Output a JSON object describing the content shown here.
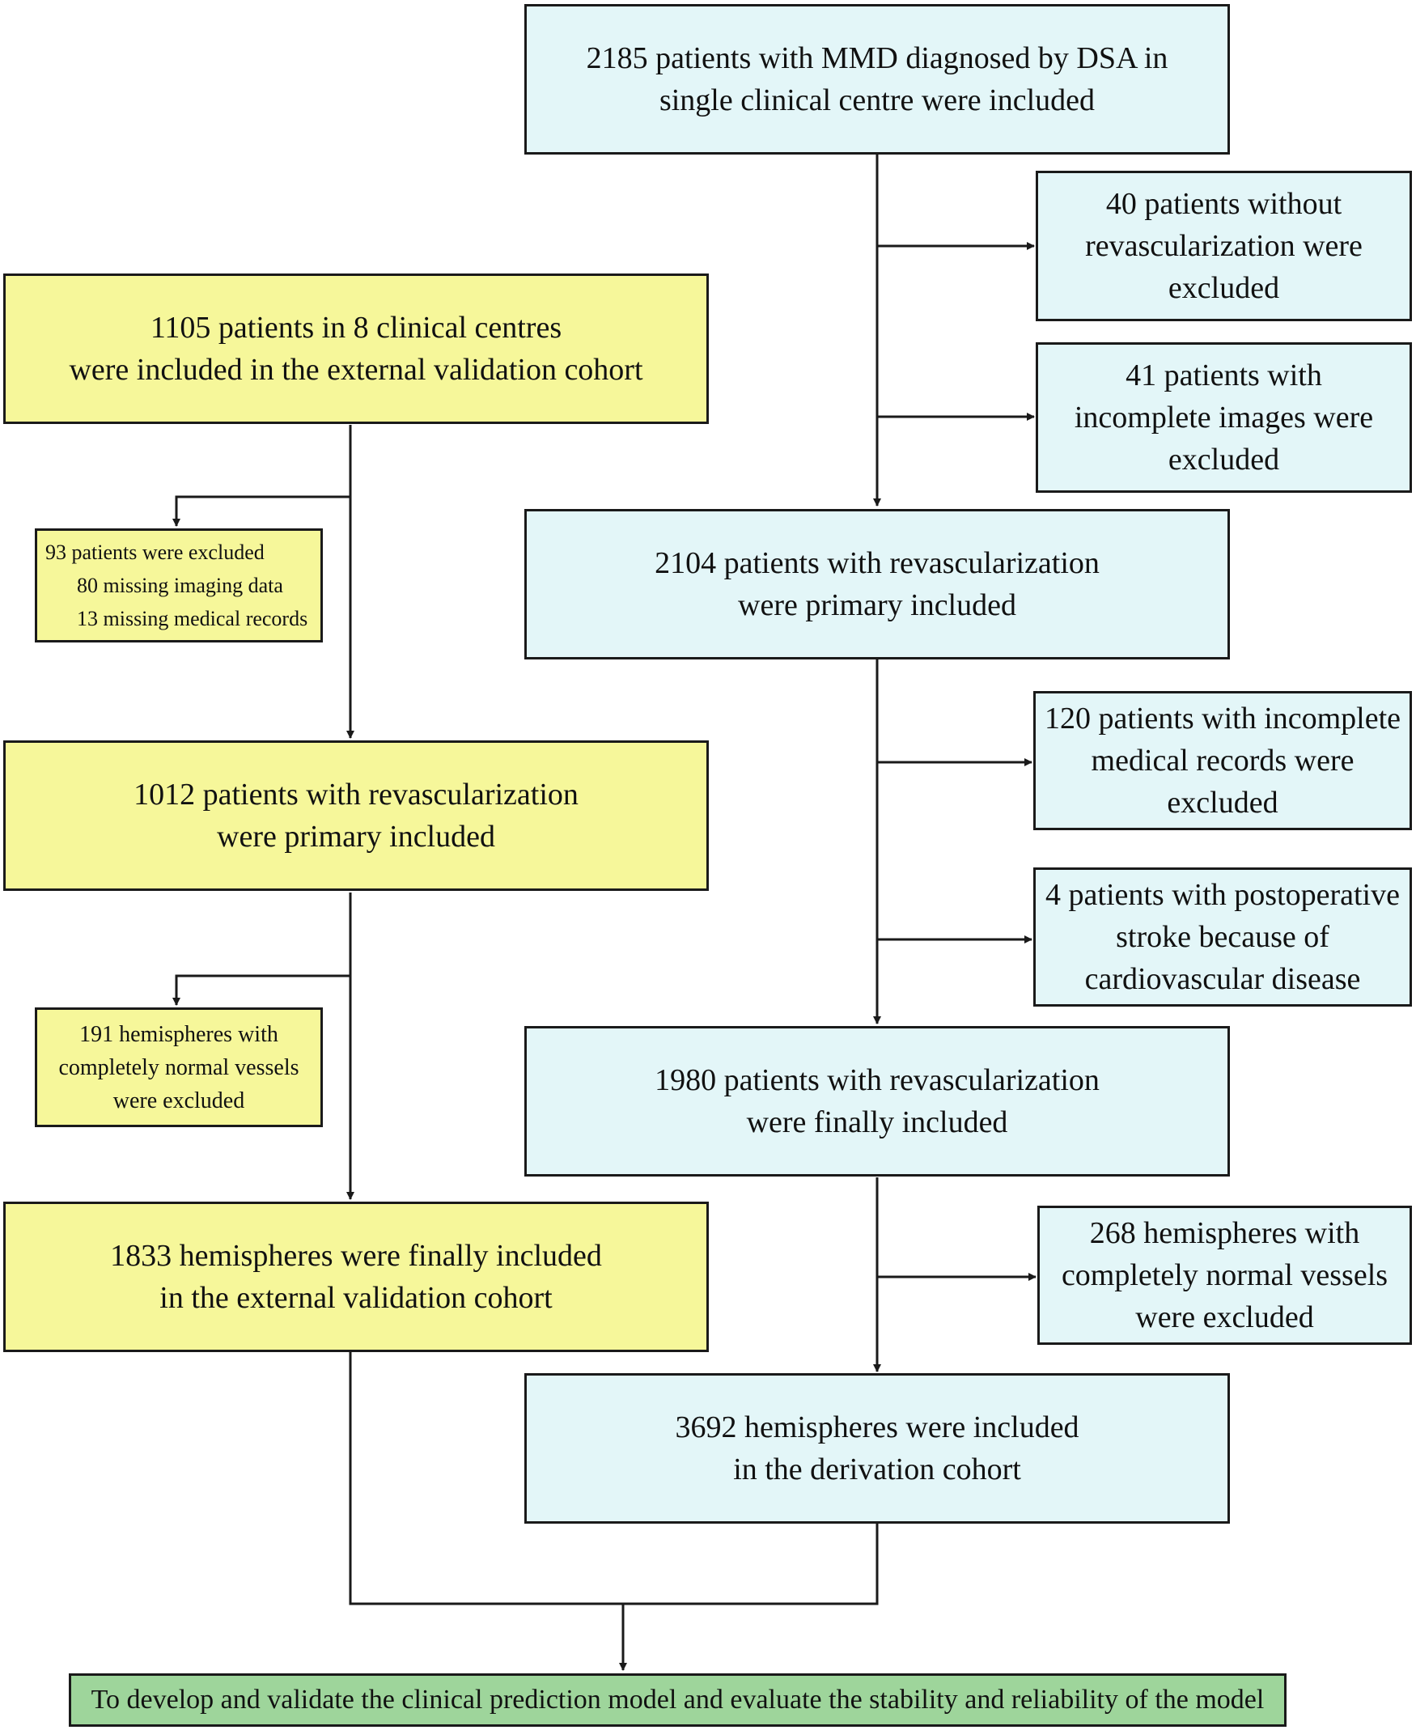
{
  "colors": {
    "derivation_fill": "#e3f6f8",
    "validation_fill": "#f6f79a",
    "outcome_fill": "#9ed59b",
    "line": "#1a1a1a"
  },
  "derivation": {
    "start": "2185 patients with MMD diagnosed by DSA in\nsingle clinical centre were included",
    "excl_no_revasc": "40 patients without\nrevascularization were\nexcluded",
    "excl_incomplete_images": "41 patients with\nincomplete images were\nexcluded",
    "primary": "2104 patients with revascularization\nwere primary included",
    "excl_incomplete_records": "120 patients with incomplete\nmedical records were\nexcluded",
    "excl_stroke": "4 patients with postoperative\nstroke because of\ncardiovascular disease",
    "final_patients": "1980 patients with revascularization\nwere finally included",
    "excl_normal": "268 hemispheres with\ncompletely normal vessels\nwere excluded",
    "cohort": "3692 hemispheres were included\nin the derivation cohort"
  },
  "validation": {
    "start": "1105 patients in 8 clinical centres\nwere included in the external validation cohort",
    "excluded": "93 patients were excluded\n      80 missing imaging data\n      13 missing medical records",
    "primary": "1012 patients with revascularization\nwere primary included",
    "excl_normal": "191 hemispheres with\ncompletely normal vessels\nwere excluded",
    "cohort": "1833 hemispheres were finally included\nin the external validation cohort"
  },
  "outcome": "To develop and validate the clinical prediction model and evaluate the stability and reliability of the model"
}
